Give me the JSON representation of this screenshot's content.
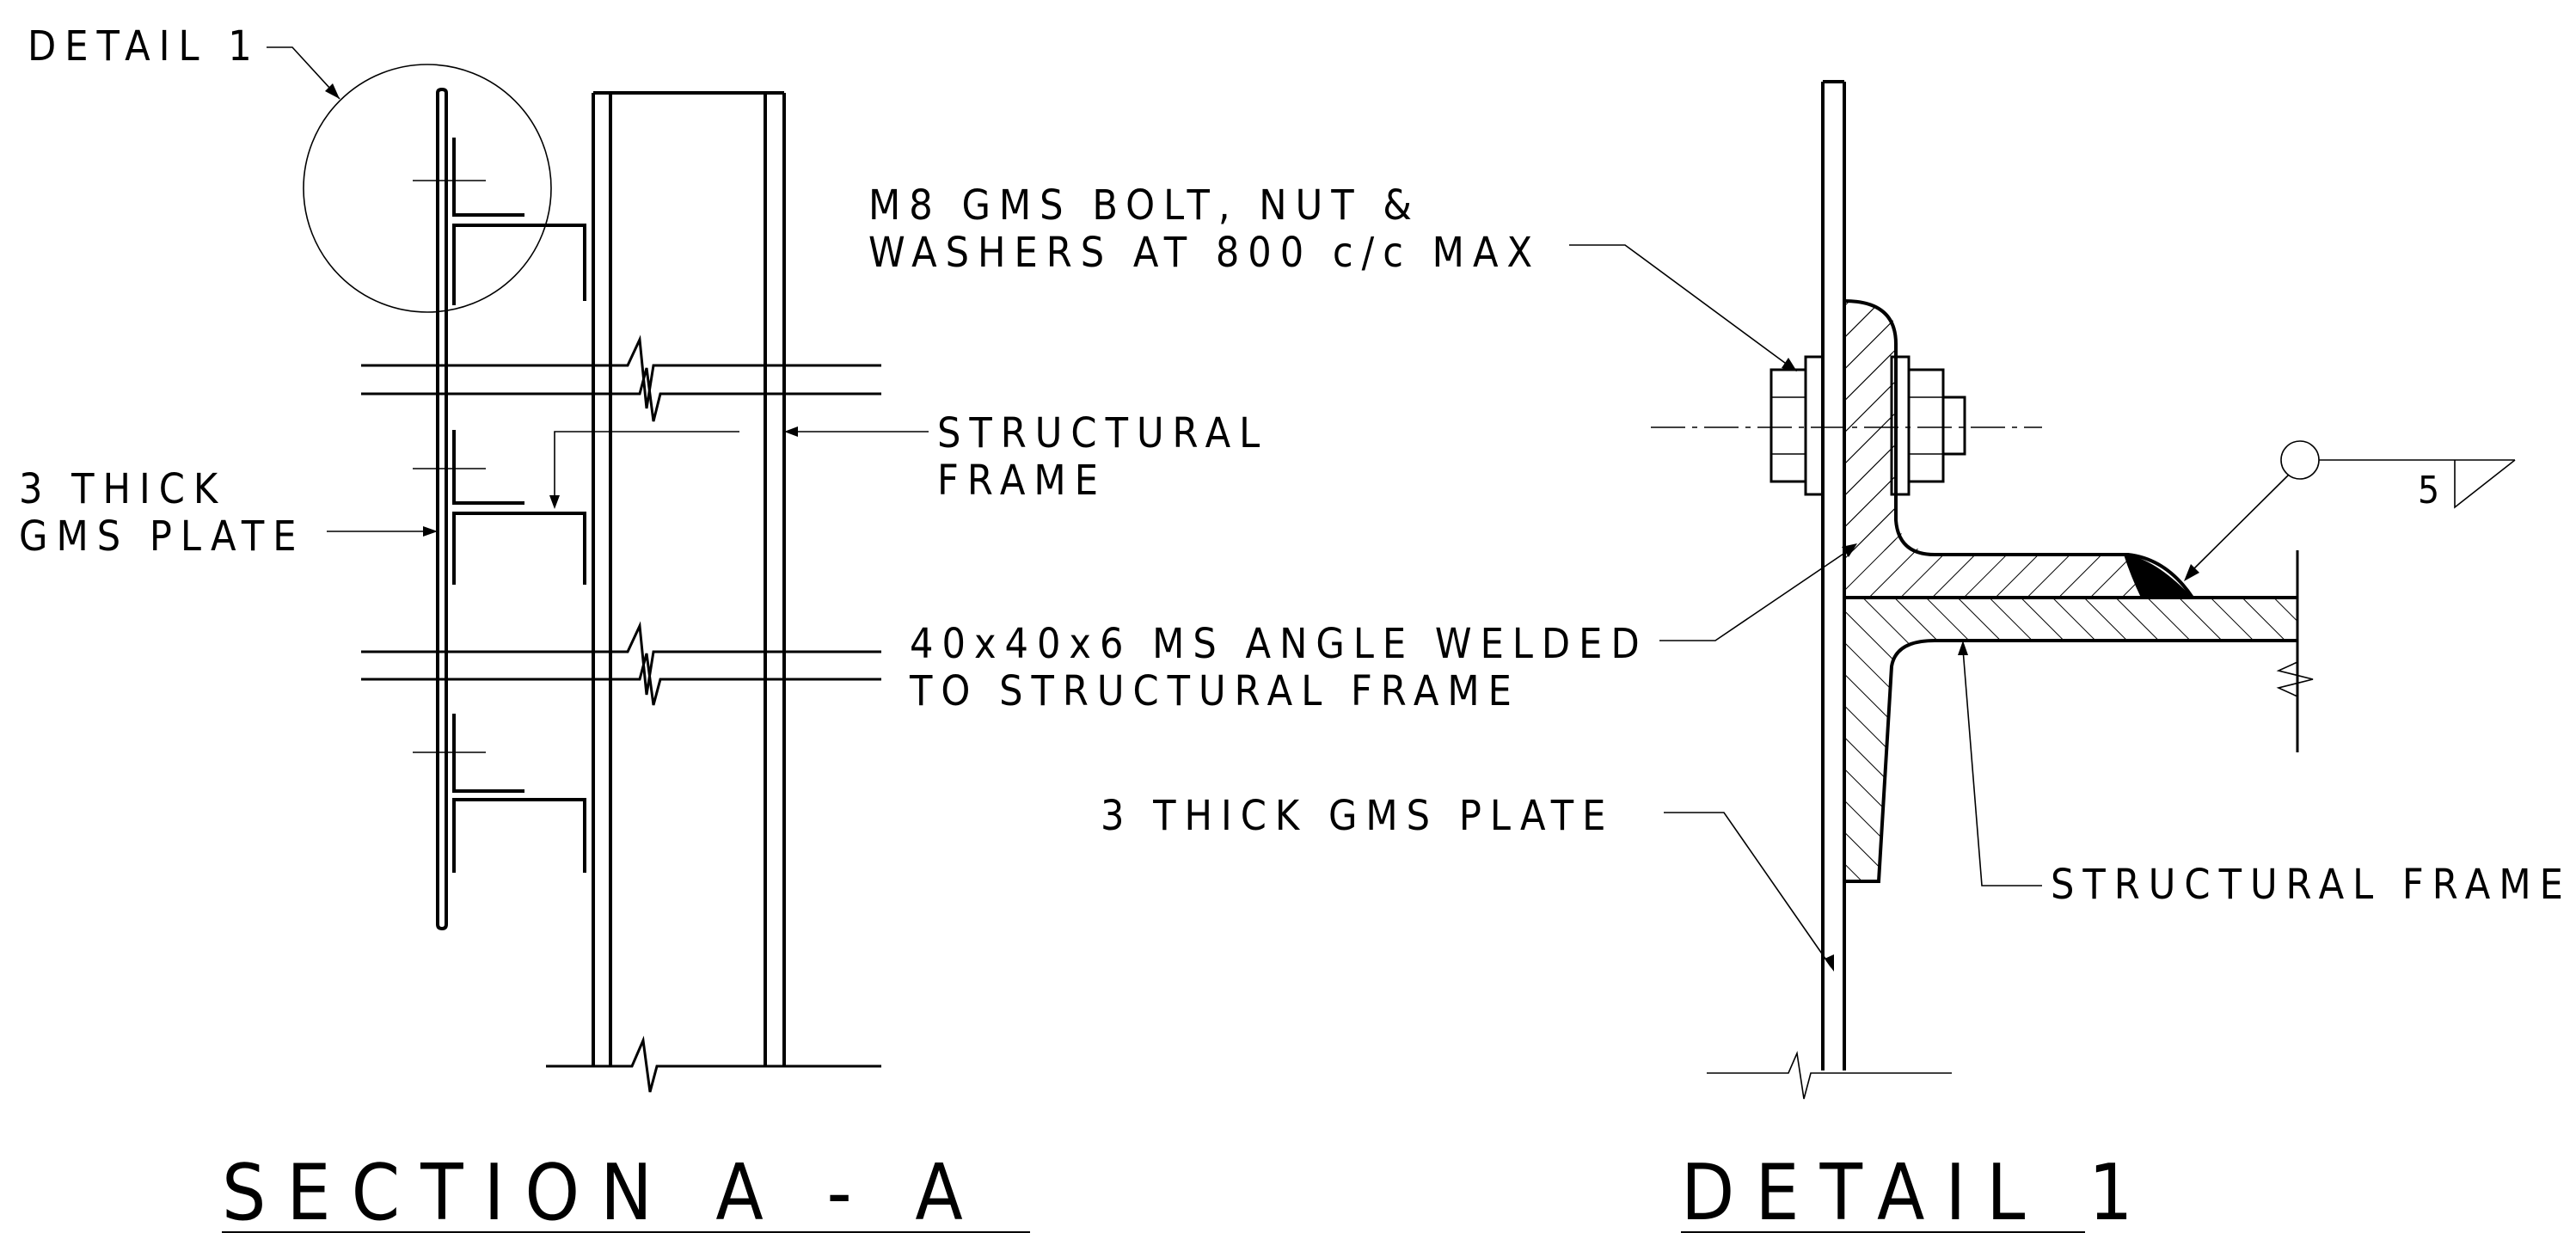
{
  "section_aa": {
    "title": "SECTION   A - A",
    "detail_callout": "DETAIL 1",
    "plate_label_line1": "3 THICK",
    "plate_label_line2": "GMS PLATE",
    "frame_label_line1": "STRUCTURAL",
    "frame_label_line2": "FRAME",
    "angle_label_line1": "40x40x6 MS ANGLE WELDED",
    "angle_label_line2": "TO STRUCTURAL FRAME"
  },
  "detail_1": {
    "title": "DETAIL 1",
    "bolt_label_line1": "M8 GMS BOLT, NUT &",
    "bolt_label_line2": "WASHERS AT 800 c/c MAX",
    "plate_label": "3 THICK GMS PLATE",
    "frame_label": "STRUCTURAL FRAME",
    "weld_size": "5"
  }
}
